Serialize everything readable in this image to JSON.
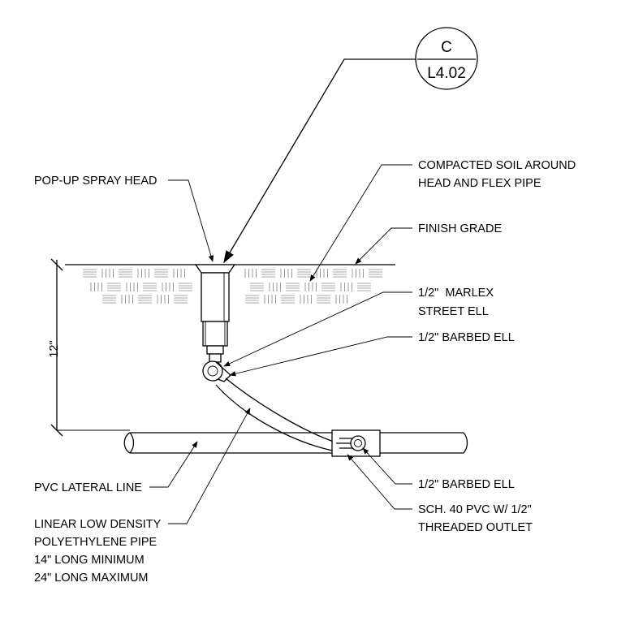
{
  "detail_tag": {
    "letter": "C",
    "sheet": "L4.02"
  },
  "labels": {
    "spray_head": "POP-UP SPRAY HEAD",
    "compacted_soil": [
      "COMPACTED SOIL AROUND",
      "HEAD AND FLEX PIPE"
    ],
    "finish_grade": "FINISH GRADE",
    "marlex_ell": [
      "1/2\"  MARLEX",
      "STREET ELL"
    ],
    "barbed_ell_top": "1/2\" BARBED ELL",
    "dimension": "12\"",
    "pvc_lateral": "PVC LATERAL LINE",
    "barbed_ell_bottom": "1/2\" BARBED ELL",
    "sch40": [
      "SCH. 40 PVC W/ 1/2\"",
      "THREADED OUTLET"
    ],
    "flex_pipe": [
      "LINEAR LOW DENSITY",
      "POLYETHYLENE PIPE",
      "14\" LONG MINIMUM",
      "24\" LONG MAXIMUM"
    ]
  }
}
